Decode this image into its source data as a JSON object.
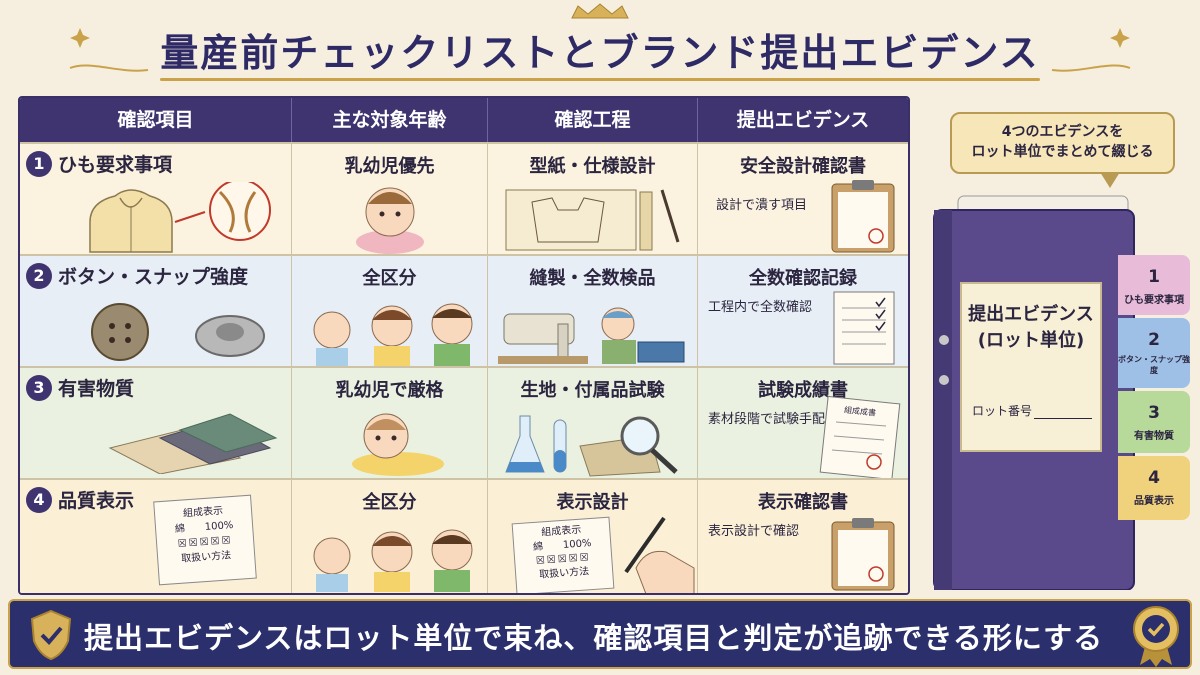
{
  "title": "量産前チェックリストとブランド提出エビデンス",
  "table": {
    "headers": [
      "確認項目",
      "主な対象年齢",
      "確認工程",
      "提出エビデンス"
    ],
    "rows": [
      {
        "num": "1",
        "item": "ひも要求事項",
        "age": "乳幼児優先",
        "process": "型紙・仕様設計",
        "evidence": "安全設計確認書",
        "evidence_sub": "設計で潰す項目"
      },
      {
        "num": "2",
        "item": "ボタン・スナップ強度",
        "age": "全区分",
        "process": "縫製・全数検品",
        "evidence": "全数確認記録",
        "evidence_sub": "工程内で全数確認"
      },
      {
        "num": "3",
        "item": "有害物質",
        "age": "乳幼児で厳格",
        "process": "生地・付属品試験",
        "evidence": "試験成績書",
        "evidence_sub": "素材段階で試験手配"
      },
      {
        "num": "4",
        "item": "品質表示",
        "age": "全区分",
        "process": "表示設計",
        "evidence": "表示確認書",
        "evidence_sub": "表示設計で確認"
      }
    ]
  },
  "label_tag": {
    "title": "組成表示",
    "fiber": "綿　　100%",
    "care": "取扱い方法"
  },
  "report_tag": "組成成書",
  "speech": {
    "line1": "4つのエビデンスを",
    "line2": "ロット単位でまとめて綴じる"
  },
  "binder": {
    "title_line1": "提出エビデンス",
    "title_line2": "(ロット単位)",
    "lot_label": "ロット番号",
    "tabs": [
      {
        "num": "1",
        "label": "ひも要求事項"
      },
      {
        "num": "2",
        "label": "ボタン・スナップ強度"
      },
      {
        "num": "3",
        "label": "有害物質"
      },
      {
        "num": "4",
        "label": "品質表示"
      }
    ]
  },
  "banner": {
    "text": "提出エビデンスはロット単位で束ね、確認項目と判定が追跡できる形にする"
  },
  "colors": {
    "header_bg": "#3f3470",
    "gold": "#c9a24a",
    "banner_bg": "#2b2f6b",
    "binder": "#5a4a8c"
  }
}
